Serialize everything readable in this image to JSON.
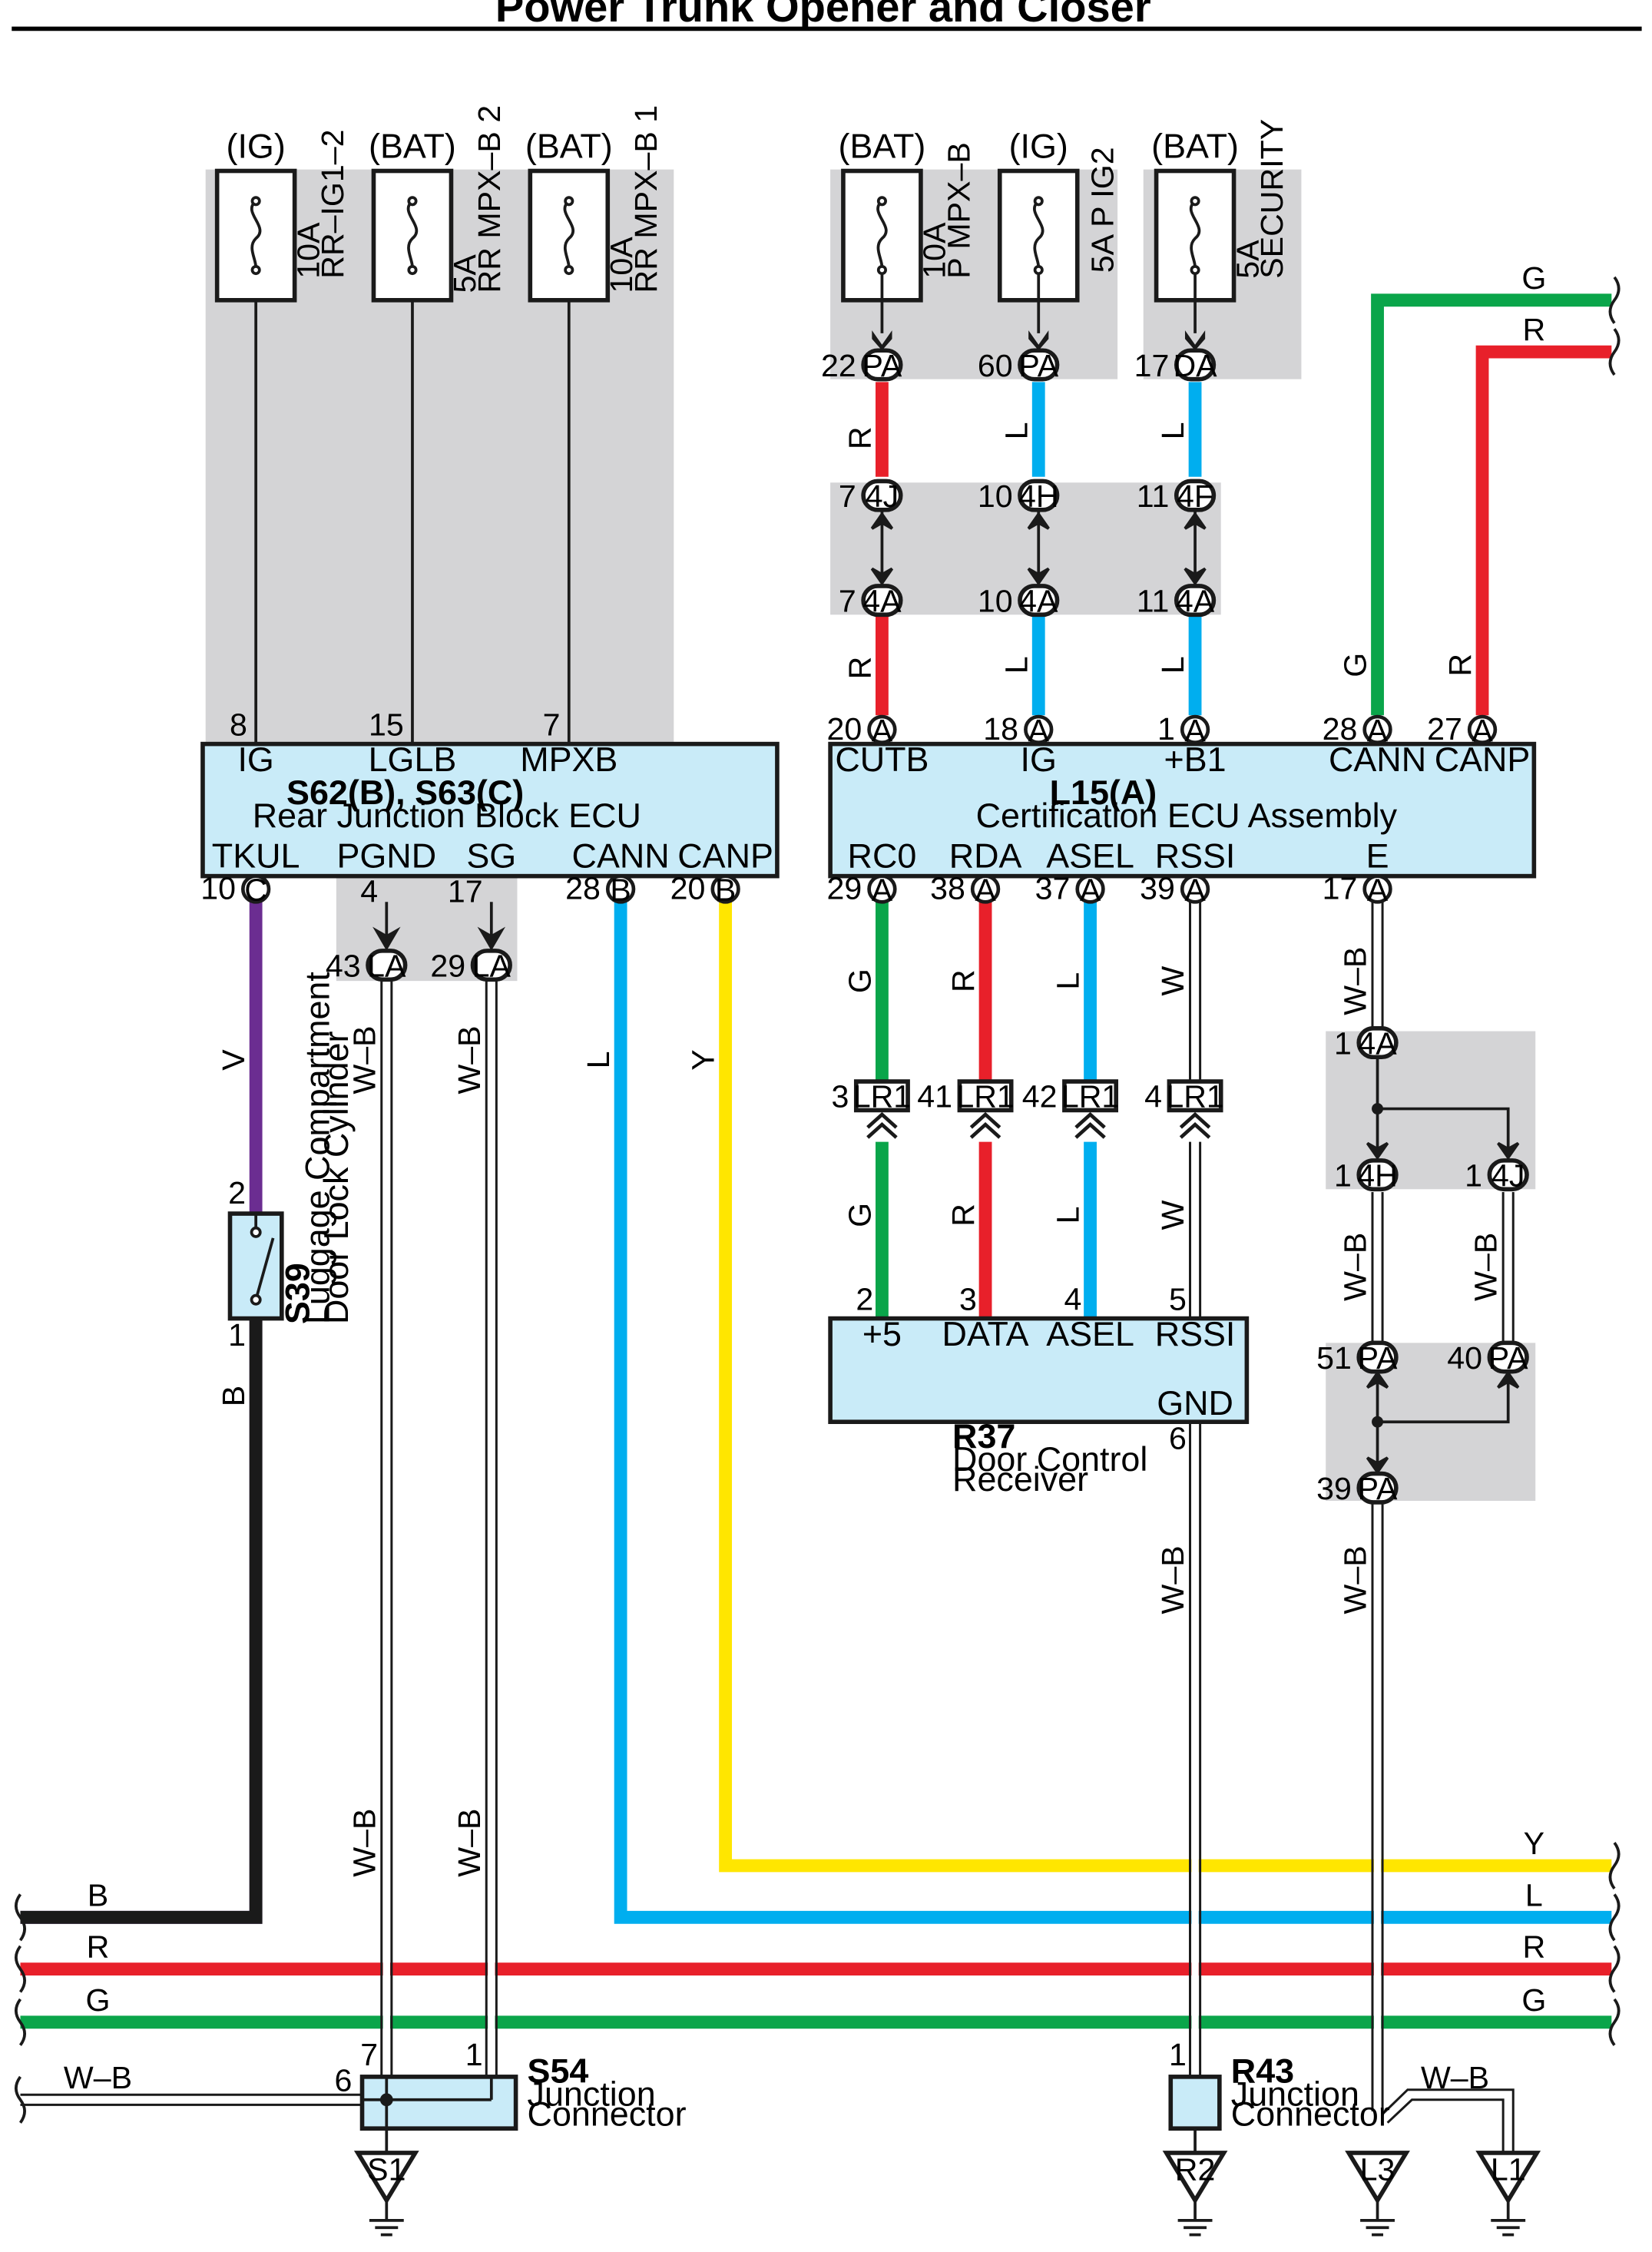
{
  "title": "Power Trunk Opener and Closer",
  "colors": {
    "R": "#e8202a",
    "G": "#0aa54a",
    "L": "#00aeef",
    "Y": "#ffe600",
    "V": "#6b2d91",
    "B": "#1a1a1a",
    "ecu_fill": "#c9ebf8",
    "shade": "#d4d4d6"
  },
  "fuses": [
    {
      "source": "(IG)",
      "rating": "10A",
      "name": "RR–IG1–2"
    },
    {
      "source": "(BAT)",
      "rating": "5A",
      "name": "RR MPX–B 2"
    },
    {
      "source": "(BAT)",
      "rating": "10A",
      "name": "RR MPX–B 1"
    },
    {
      "source": "(BAT)",
      "rating": "10A",
      "name": "P MPX–B"
    },
    {
      "source": "(IG)",
      "rating": "5A P IG2",
      "name": ""
    },
    {
      "source": "(BAT)",
      "rating": "5A",
      "name": "SECURITY"
    }
  ],
  "rear_jb": {
    "id": "S62(B), S63(C)",
    "name": "Rear Junction Block ECU",
    "top_pins": [
      {
        "num": "8",
        "label": "IG"
      },
      {
        "num": "15",
        "label": "LGLB"
      },
      {
        "num": "7",
        "label": "MPXB"
      }
    ],
    "bottom_pins": [
      {
        "num": "10",
        "conn": "C",
        "label": "TKUL"
      },
      {
        "num": "4",
        "label": "PGND"
      },
      {
        "num": "17",
        "label": "SG"
      },
      {
        "num": "28",
        "conn": "B",
        "label": "CANN"
      },
      {
        "num": "20",
        "conn": "B",
        "label": "CANP"
      }
    ]
  },
  "cert_ecu": {
    "id": "L15(A)",
    "name": "Certification ECU Assembly",
    "top_pins": [
      {
        "num": "20",
        "conn": "A",
        "label": "CUTB"
      },
      {
        "num": "18",
        "conn": "A",
        "label": "IG"
      },
      {
        "num": "1",
        "conn": "A",
        "label": "+B1"
      },
      {
        "num": "28",
        "conn": "A",
        "label": "CANN"
      },
      {
        "num": "27",
        "conn": "A",
        "label": "CANP"
      }
    ],
    "bottom_pins": [
      {
        "num": "29",
        "conn": "A",
        "label": "RC0"
      },
      {
        "num": "38",
        "conn": "A",
        "label": "RDA"
      },
      {
        "num": "37",
        "conn": "A",
        "label": "ASEL"
      },
      {
        "num": "39",
        "conn": "A",
        "label": "RSSI"
      },
      {
        "num": "17",
        "conn": "A",
        "label": "E"
      }
    ]
  },
  "connectors": {
    "pa22": {
      "num": "22",
      "name": "PA"
    },
    "pa60": {
      "num": "60",
      "name": "PA"
    },
    "da17": {
      "num": "17",
      "name": "DA"
    },
    "j4j7": {
      "num": "7",
      "name": "4J"
    },
    "j4h10": {
      "num": "10",
      "name": "4H"
    },
    "j4f11": {
      "num": "11",
      "name": "4F"
    },
    "j4a7": {
      "num": "7",
      "name": "4A"
    },
    "j4a10": {
      "num": "10",
      "name": "4A"
    },
    "j4a11": {
      "num": "11",
      "name": "4A"
    },
    "la43": {
      "num": "43",
      "name": "LA"
    },
    "la29": {
      "num": "29",
      "name": "LA"
    },
    "lr3": {
      "num": "3",
      "name": "LR1"
    },
    "lr41": {
      "num": "41",
      "name": "LR1"
    },
    "lr42": {
      "num": "42",
      "name": "LR1"
    },
    "lr4": {
      "num": "4",
      "name": "LR1"
    },
    "e4a1": {
      "num": "1",
      "name": "4A"
    },
    "e4h1": {
      "num": "1",
      "name": "4H"
    },
    "e4j1": {
      "num": "1",
      "name": "4J"
    },
    "pa51": {
      "num": "51",
      "name": "PA"
    },
    "pa40": {
      "num": "40",
      "name": "PA"
    },
    "pa39": {
      "num": "39",
      "name": "PA"
    }
  },
  "wire_labels": {
    "r": "R",
    "l": "L",
    "g": "G",
    "y": "Y",
    "v": "V",
    "b": "B",
    "w": "W",
    "wb": "W–B"
  },
  "switch": {
    "id": "S39",
    "name_line1": "Luggage Compartment",
    "name_line2": "Door Lock Cylinder",
    "pin_top": "2",
    "pin_bottom": "1"
  },
  "receiver": {
    "id": "R37",
    "name_line1": "Door Control",
    "name_line2": "Receiver",
    "pins": [
      {
        "num": "2",
        "label": "+5"
      },
      {
        "num": "3",
        "label": "DATA"
      },
      {
        "num": "4",
        "label": "ASEL"
      },
      {
        "num": "5",
        "label": "RSSI"
      }
    ],
    "gnd_num": "6",
    "gnd_label": "GND"
  },
  "s54": {
    "id": "S54",
    "name_line1": "Junction",
    "name_line2": "Connector",
    "pin7": "7",
    "pin1": "1",
    "pin6": "6"
  },
  "r43": {
    "id": "R43",
    "name_line1": "Junction",
    "name_line2": "Connector",
    "pin1": "1"
  },
  "grounds": [
    "S1",
    "R2",
    "L3",
    "L1"
  ]
}
